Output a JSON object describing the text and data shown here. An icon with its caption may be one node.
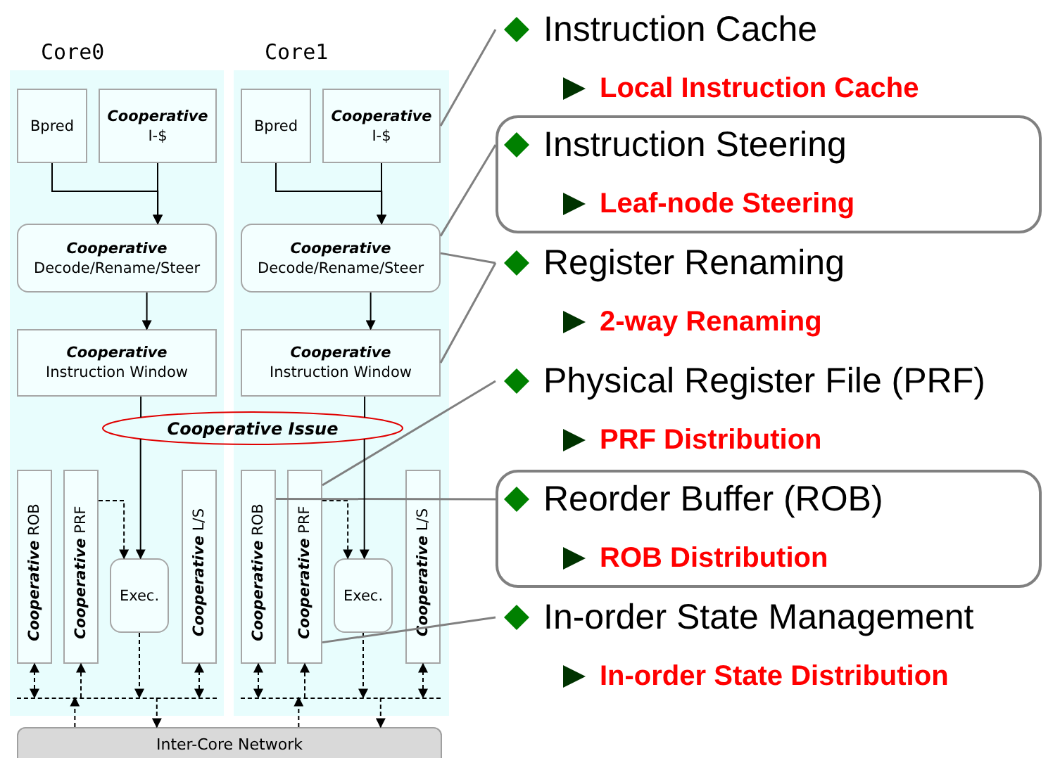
{
  "diagram": {
    "nodes": [
      {
        "text": [
          "Core0"
        ]
      },
      {
        "text": [
          "Bpred"
        ],
        "in": 0
      },
      {
        "text": [
          "Cooperative",
          "I-$"
        ],
        "in": 0
      },
      {
        "text": [
          "Cooperative",
          "Decode/Rename/Steer"
        ],
        "in": 0
      },
      {
        "text": [
          "Cooperative",
          "Instruction Window"
        ],
        "in": 0
      },
      {
        "text": [
          "Cooperative",
          "ROB"
        ],
        "in": 0
      },
      {
        "text": [
          "Cooperative",
          "PRF"
        ],
        "in": 0
      },
      {
        "text": [
          "Exec."
        ],
        "in": 0
      },
      {
        "text": [
          "Cooperative",
          "L/S"
        ],
        "in": 0
      },
      {
        "text": [],
        "shape": "line",
        "in": 0
      },
      {
        "text": [
          "Core1"
        ]
      },
      {
        "text": [
          "Bpred"
        ],
        "in": 10
      },
      {
        "text": [
          "Cooperative",
          "I-$"
        ],
        "in": 10
      },
      {
        "text": [
          "Cooperative",
          "Decode/Rename/Steer"
        ],
        "in": 10
      },
      {
        "text": [
          "Cooperative",
          "Instruction Window"
        ],
        "in": 10
      },
      {
        "text": [
          "Cooperative",
          "ROB"
        ],
        "in": 10
      },
      {
        "text": [
          "Cooperative",
          "PRF"
        ],
        "in": 10
      },
      {
        "text": [
          "Exec."
        ],
        "in": 10
      },
      {
        "text": [
          "Cooperative",
          "L/S"
        ],
        "in": 10
      },
      {
        "text": [],
        "shape": "line",
        "in": 10
      },
      {
        "text": [
          "Cooperative Issue"
        ]
      },
      {
        "text": [
          "Inter-Core Network"
        ]
      },
      {
        "text": [
          "Instruction Cache",
          "Local Instruction Cache"
        ]
      },
      {
        "text": [
          "Instruction Steering",
          "Leaf-node Steering"
        ]
      },
      {
        "text": [
          "Register Renaming",
          "2-way Renaming"
        ]
      },
      {
        "text": [
          "Physical Register File (PRF)",
          "PRF Distribution"
        ]
      },
      {
        "text": [
          "Reorder Buffer (ROB)",
          "ROB Distribution"
        ]
      },
      {
        "text": [
          "In-order State Management",
          "In-order State Distribution"
        ]
      }
    ],
    "edges": [
      {
        "from": 1,
        "to": 3,
        "arrow": "to"
      },
      {
        "from": 2,
        "to": 3,
        "arrow": "to"
      },
      {
        "from": 3,
        "to": 4,
        "arrow": "to"
      },
      {
        "from": 4,
        "to": 20,
        "arrow": "none"
      },
      {
        "from": 6,
        "to": 7,
        "arrow": "to",
        "style": "dashed"
      },
      {
        "from": 5,
        "to": 9,
        "arrow": "both",
        "style": "dashed"
      },
      {
        "from": 9,
        "to": 6,
        "arrow": "to",
        "style": "dashed"
      },
      {
        "from": 7,
        "to": 9,
        "arrow": "to",
        "style": "dashed"
      },
      {
        "from": 8,
        "to": 9,
        "arrow": "both",
        "style": "dashed"
      },
      {
        "from": 21,
        "to": 9,
        "arrow": "to",
        "style": "dashed"
      },
      {
        "from": 9,
        "to": 21,
        "arrow": "to",
        "style": "dashed"
      },
      {
        "from": 11,
        "to": 13,
        "arrow": "to"
      },
      {
        "from": 12,
        "to": 13,
        "arrow": "to"
      },
      {
        "from": 13,
        "to": 14,
        "arrow": "to"
      },
      {
        "from": 14,
        "to": 20,
        "arrow": "none"
      },
      {
        "from": 16,
        "to": 17,
        "arrow": "to",
        "style": "dashed"
      },
      {
        "from": 15,
        "to": 19,
        "arrow": "both",
        "style": "dashed"
      },
      {
        "from": 19,
        "to": 16,
        "arrow": "to",
        "style": "dashed"
      },
      {
        "from": 17,
        "to": 19,
        "arrow": "to",
        "style": "dashed"
      },
      {
        "from": 18,
        "to": 19,
        "arrow": "both",
        "style": "dashed"
      },
      {
        "from": 21,
        "to": 19,
        "arrow": "to",
        "style": "dashed"
      },
      {
        "from": 19,
        "to": 21,
        "arrow": "to",
        "style": "dashed"
      },
      {
        "from": 22,
        "to": 12,
        "arrow": "none",
        "color": "#808080"
      },
      {
        "from": 23,
        "to": 13,
        "arrow": "none",
        "color": "#808080"
      },
      {
        "from": 24,
        "to": 13,
        "arrow": "none",
        "color": "#808080"
      },
      {
        "from": 24,
        "to": 14,
        "arrow": "none",
        "color": "#808080"
      },
      {
        "from": 25,
        "to": 16,
        "arrow": "none",
        "color": "#808080"
      },
      {
        "from": 26,
        "to": 15,
        "arrow": "none",
        "color": "#808080"
      },
      {
        "from": 27,
        "to": 16,
        "arrow": "none",
        "color": "#808080"
      },
      {
        "from": 20,
        "to": 7,
        "arrow": "to"
      },
      {
        "from": 20,
        "to": 17,
        "arrow": "to"
      }
    ]
  }
}
